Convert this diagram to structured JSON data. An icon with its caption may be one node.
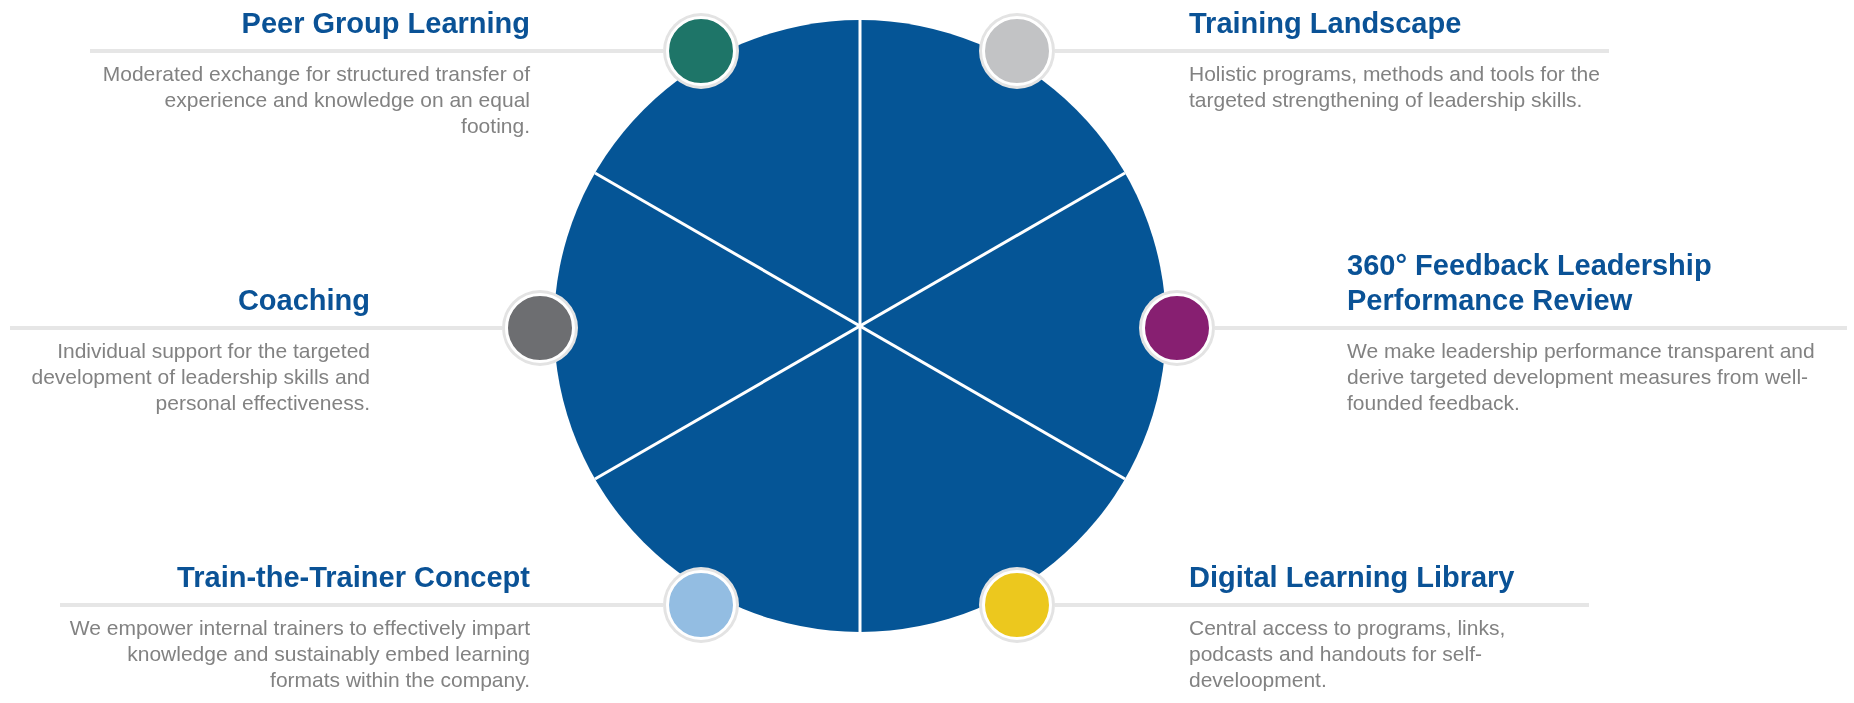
{
  "diagram": {
    "nodes": [
      {
        "text": [],
        "shape": "circle"
      },
      {
        "text": [
          "Peer Group Learning",
          "Moderated exchange for structured transfer of experience and knowledge on an equal footing."
        ]
      },
      {
        "text": [],
        "shape": "circle"
      },
      {
        "text": [],
        "shape": "circle"
      },
      {
        "text": [
          "Training Landscape",
          "Holistic programs, methods and tools for the targeted strengthening of leadership skills."
        ]
      },
      {
        "text": [
          "Coaching",
          "Individual support for the targeted development of leadership skills and personal effectiveness."
        ]
      },
      {
        "text": [],
        "shape": "circle"
      },
      {
        "text": [],
        "shape": "circle"
      },
      {
        "text": [
          "360° Feedback Leadership Performance Review",
          "We make leadership performance transparent and derive targeted development measures from well-founded feedback."
        ]
      },
      {
        "text": [
          "Train-the-Trainer Concept",
          "We empower internal trainers to effectively impart knowledge and sustainably embed learning formats within the company."
        ]
      },
      {
        "text": [],
        "shape": "circle"
      },
      {
        "text": [],
        "shape": "circle"
      },
      {
        "text": [
          "Digital Learning Library",
          "Central access to programs, links, podcasts and handouts for self-develoopment."
        ]
      }
    ],
    "edges": [
      {
        "from": 2,
        "to": 1,
        "arrow": "none"
      },
      {
        "from": 3,
        "to": 4,
        "arrow": "none"
      },
      {
        "from": 6,
        "to": 5,
        "arrow": "none"
      },
      {
        "from": 7,
        "to": 8,
        "arrow": "none"
      },
      {
        "from": 10,
        "to": 9,
        "arrow": "none"
      },
      {
        "from": 11,
        "to": 12,
        "arrow": "none"
      }
    ]
  }
}
